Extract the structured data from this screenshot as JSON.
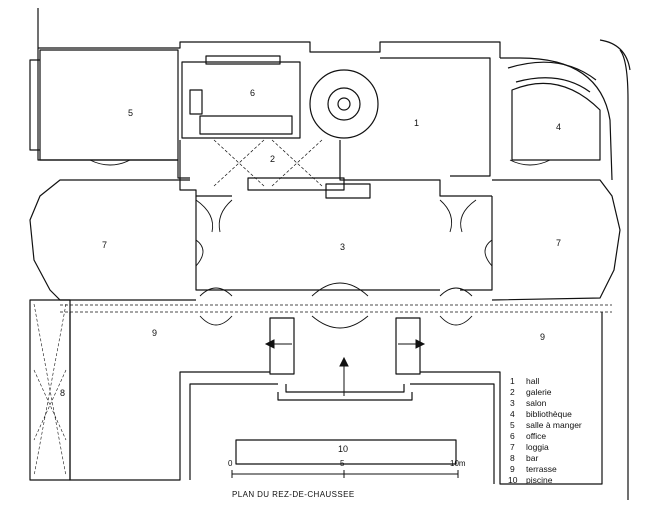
{
  "rooms": [
    {
      "num": "1"
    },
    {
      "num": "2"
    },
    {
      "num": "3"
    },
    {
      "num": "4"
    },
    {
      "num": "5"
    },
    {
      "num": "6"
    },
    {
      "num": "7"
    },
    {
      "num": "7"
    },
    {
      "num": "8"
    },
    {
      "num": "9"
    },
    {
      "num": "9"
    },
    {
      "num": "10"
    }
  ],
  "legend": [
    {
      "num": "1",
      "label": "hall"
    },
    {
      "num": "2",
      "label": "galerie"
    },
    {
      "num": "3",
      "label": "salon"
    },
    {
      "num": "4",
      "label": "bibliothèque"
    },
    {
      "num": "5",
      "label": "salle à manger"
    },
    {
      "num": "6",
      "label": "office"
    },
    {
      "num": "7",
      "label": "loggia"
    },
    {
      "num": "8",
      "label": "bar"
    },
    {
      "num": "9",
      "label": "terrasse"
    },
    {
      "num": "10",
      "label": "piscine"
    }
  ],
  "scale": {
    "start": "0",
    "mid": "5",
    "end": "10m"
  },
  "caption": "PLAN DU REZ-DE-CHAUSSEE"
}
